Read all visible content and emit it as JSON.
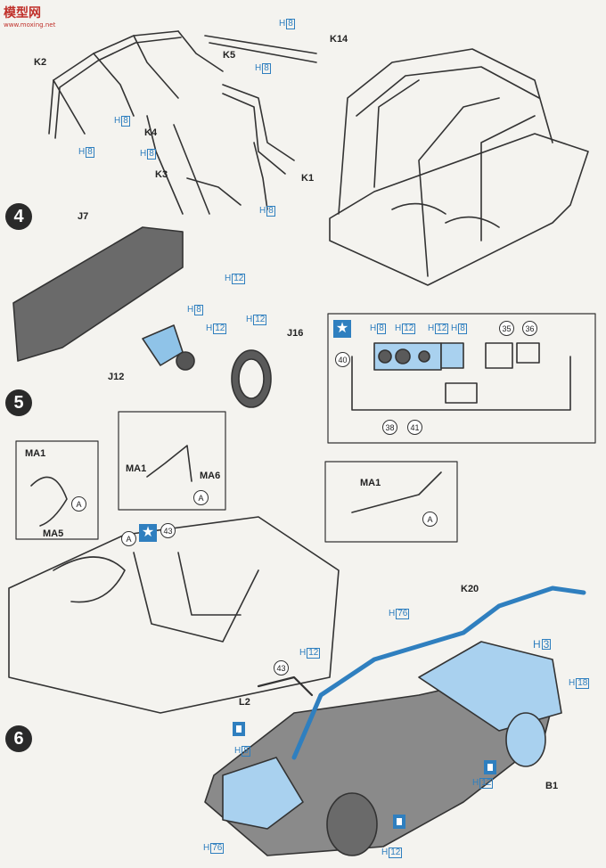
{
  "logo": {
    "text": "模型网",
    "url_text": "www.moxing.net"
  },
  "steps": [
    "4",
    "5",
    "6"
  ],
  "step3_labels": {
    "k2": "K2",
    "k5": "K5",
    "k14": "K14",
    "k4": "K4",
    "k3": "K3",
    "k1": "K1"
  },
  "step4_labels": {
    "j7": "J7",
    "j12": "J12",
    "j16": "J16"
  },
  "inset_labels": {
    "c35": "35",
    "c36": "36",
    "c40": "40",
    "c38": "38",
    "c41": "41"
  },
  "step5_labels": {
    "ma1_left": "MA1",
    "ma5": "MA5",
    "ma1_mid": "MA1",
    "ma6": "MA6",
    "ma1_right": "MA1",
    "a": "A",
    "c43": "43"
  },
  "step6_labels": {
    "k20": "K20",
    "l2": "L2",
    "b1": "B1"
  },
  "hcodes": {
    "h": "H",
    "n8": "8",
    "n12": "12",
    "n76": "76",
    "n3": "3",
    "n18": "18"
  },
  "colors": {
    "accent_blue": "#2f7fbf",
    "part_blue": "#6fb4e3",
    "gray_part": "#6a6a6a"
  }
}
